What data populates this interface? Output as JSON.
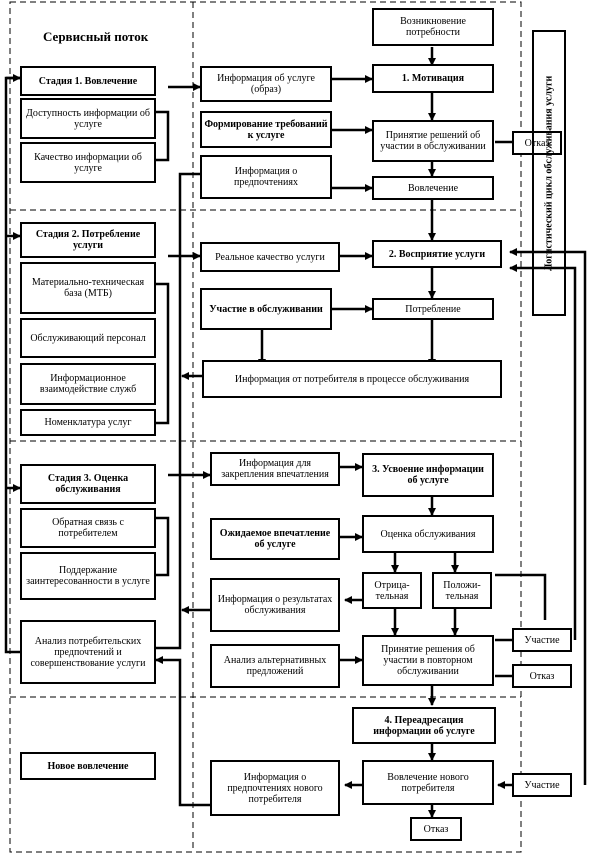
{
  "title": "Сервисный поток",
  "left": {
    "stage1": "Стадия 1. Вовлечение",
    "availability": "Доступность информации об услуге",
    "info_quality": "Качество информации об услуге",
    "stage2": "Стадия 2. Потребление услуги",
    "mtb": "Материально-техническая база (МТБ)",
    "personnel": "Обслуживающий персонал",
    "info_interaction": "Информационное взаимодействие служб",
    "nomenclature": "Номенклатура услуг",
    "stage3": "Стадия 3. Оценка обслуживания",
    "feedback": "Обратная связь с потребителем",
    "interest": "Поддержание заинтересованности в услуге",
    "analysis": "Анализ потребительских предпочтений и совершенствование услуги",
    "new_involvement": "Новое вовлечение"
  },
  "middle": {
    "info_image": "Информация об услуге (образ)",
    "requirements": "Формирование требований к услуге",
    "preferences": "Информация о предпочтениях",
    "real_quality": "Реальное качество услуги",
    "participation": "Участие в обслуживании",
    "info_consumer": "Информация от потребителя в процессе обслуживания",
    "info_fix": "Информация для закрепления впечатления",
    "opinion": "Ожидаемое впечатление об услуге",
    "info_results": "Информация о результатах обслуживания",
    "alt_analysis": "Анализ альтернативных предложений",
    "info_new": "Информация о предпочтениях нового потребителя"
  },
  "right": {
    "need": "Возникновение потребности",
    "motivation": "1. Мотивация",
    "decision": "Принятие решений об участии в обслуживании",
    "involvement": "Вовлечение",
    "perception": "2. Восприятие услуги",
    "consumption": "Потребление",
    "absorption": "3. Усвоение информации об услуге",
    "evaluation": "Оценка обслуживания",
    "negative": "Отрица-тельная",
    "positive": "Положи-тельная",
    "repeat_decision": "Принятие решения об участии в повторном обслуживании",
    "readdress": "4. Переадресация информации об услуге",
    "new_involvement": "Вовлечение нового потребителя",
    "refusal_bottom": "Отказ",
    "refusal1": "Отказ",
    "participation1": "Участие",
    "refusal2": "Отказ",
    "participation2": "Участие",
    "logistic": "Логистический цикл обслуживания услуги"
  }
}
